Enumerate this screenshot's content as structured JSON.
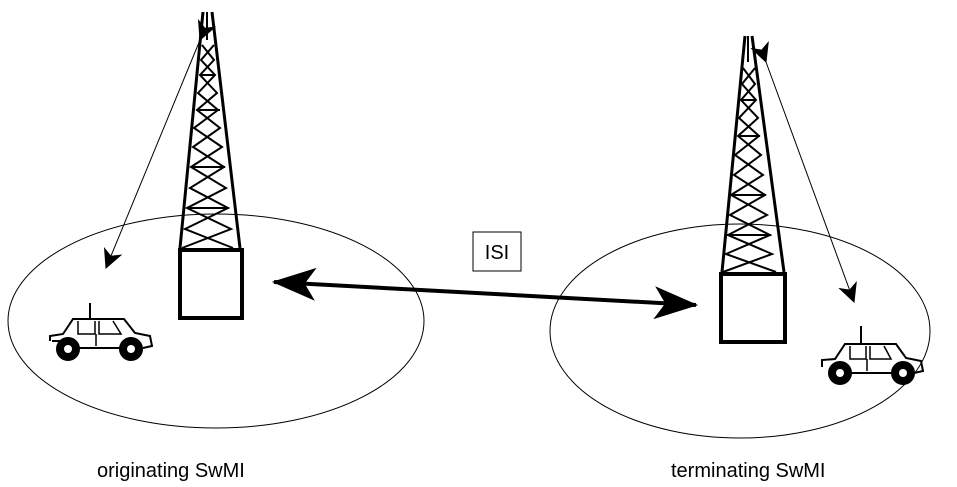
{
  "diagram": {
    "interface_label": "ISI",
    "left_network_label": "originating SwMI",
    "right_network_label": "terminating SwMI"
  }
}
